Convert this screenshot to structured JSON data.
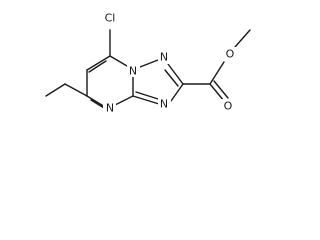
{
  "atoms": {
    "cl": "Cl",
    "n1": "N",
    "n2": "N",
    "n3": "N",
    "n4": "N",
    "o_carbonyl": "O",
    "o_ester": "O"
  },
  "colors": {
    "bond": "#1a1a1a",
    "label": "#1a1a1a",
    "background": "#ffffff"
  }
}
